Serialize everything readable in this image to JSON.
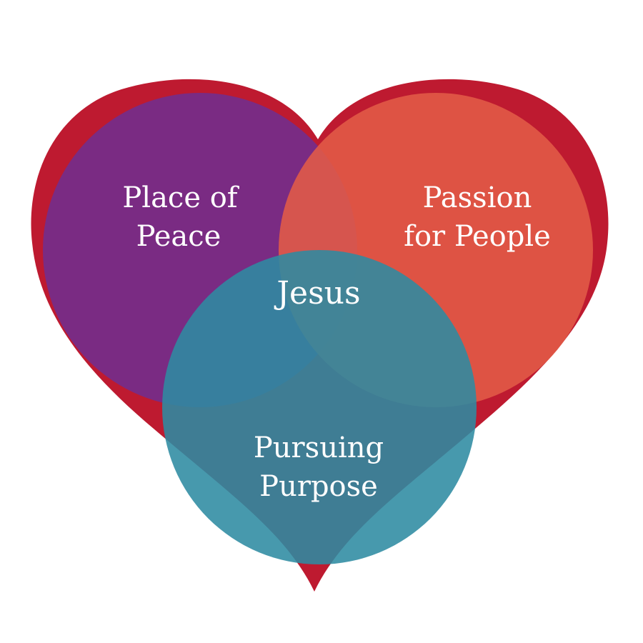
{
  "diagram": {
    "colors": {
      "heart": "#BE1A30",
      "peace": "#712D8E",
      "passion": "#E25B47",
      "purpose": "#2E8BA2",
      "text": "#FFFFFF",
      "background": "#FFFFFF"
    },
    "peace": {
      "line1": "Place of",
      "line2": "Peace"
    },
    "passion": {
      "line1": "Passion",
      "line2": "for People"
    },
    "purpose": {
      "line1": "Pursuing",
      "line2": "Purpose"
    },
    "center": {
      "label": "Jesus"
    }
  }
}
